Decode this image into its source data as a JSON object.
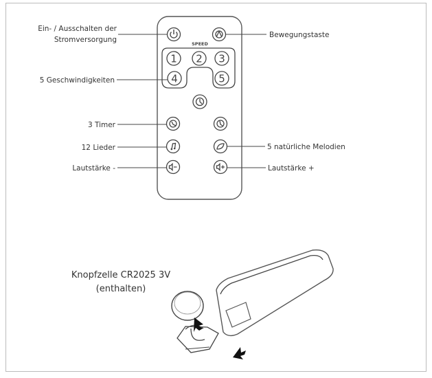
{
  "labels": {
    "power": [
      "Ein- / Ausschalten der",
      "Stromversorgung"
    ],
    "motion": "Bewegungstaste",
    "speeds": "5 Geschwindigkeiten",
    "timer": "3 Timer",
    "songs": "12 Lieder",
    "melodies": "5 natürliche Melodien",
    "volume_down": "Lautstärke -",
    "volume_up": "Lautstärke +",
    "battery": [
      "Knopfzelle CR2025 3V",
      "(enthalten)"
    ]
  },
  "remote": {
    "speed_label": "SPEED",
    "speed_buttons": [
      "1",
      "2",
      "3",
      "4",
      "5"
    ]
  },
  "icons": {
    "power": "power-icon",
    "motion": "swing-icon",
    "timer": "timer-icon",
    "songs": "music-note-icon",
    "melodies": "leaf-icon",
    "volume_down": "volume-down-icon",
    "volume_up": "volume-up-icon"
  },
  "colors": {
    "line": "#444444",
    "text": "#333333",
    "border": "#bbbbbb",
    "arrow": "#111111"
  }
}
